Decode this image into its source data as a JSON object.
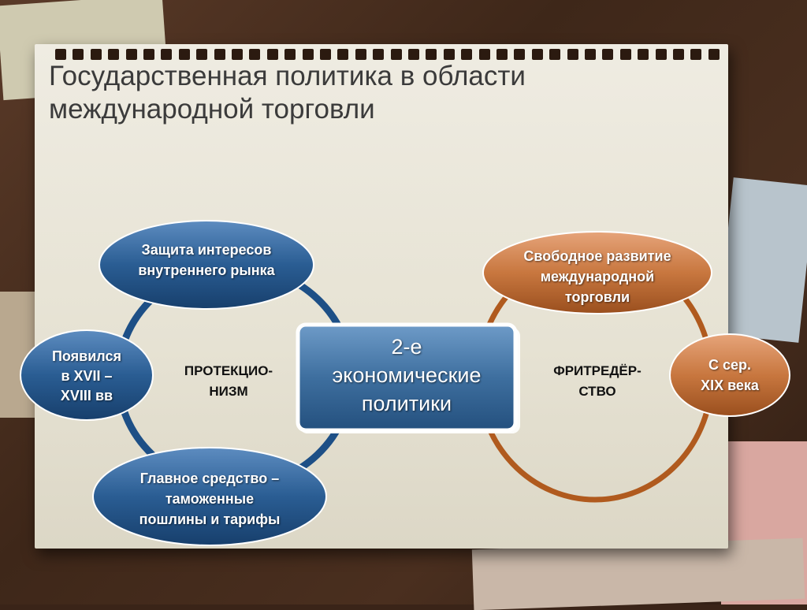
{
  "title": {
    "line1": "Государственная политика в области",
    "line2": "международной торговли"
  },
  "center": {
    "line1": "2-е",
    "line2": "экономические",
    "line3": "политики"
  },
  "left": {
    "center_label": [
      "ПРОТЕКЦИО-",
      "НИЗМ"
    ],
    "nodes": [
      {
        "lines": [
          "Защита интересов",
          "внутреннего рынка"
        ]
      },
      {
        "lines": [
          "Появился",
          "в XVII –",
          "XVIII вв"
        ]
      },
      {
        "lines": [
          "Главное средство –",
          "таможенные",
          "пошлины и тарифы"
        ]
      }
    ]
  },
  "right": {
    "center_label": [
      "ФРИТРЕДЁР-",
      "СТВО"
    ],
    "nodes": [
      {
        "lines": [
          "Свободное развитие",
          "международной",
          "торговли"
        ]
      },
      {
        "lines": [
          "С сер.",
          "XIX века"
        ]
      }
    ]
  },
  "colors": {
    "blue_ring": "#1d4f86",
    "blue_node": "#2a5d93",
    "orange_ring": "#b05a1e",
    "orange_node": "#c8773f",
    "center_box": "#3e6f9f"
  }
}
